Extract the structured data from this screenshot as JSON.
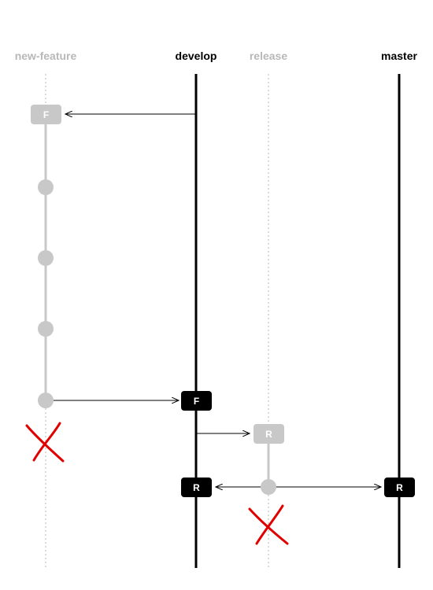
{
  "branches": {
    "new_feature": {
      "label": "new-feature"
    },
    "develop": {
      "label": "develop"
    },
    "release": {
      "label": "release"
    },
    "master": {
      "label": "master"
    }
  },
  "nodes": {
    "feature_start": {
      "label": "F"
    },
    "feature_merge": {
      "label": "F"
    },
    "release_start": {
      "label": "R"
    },
    "release_merge_develop": {
      "label": "R"
    },
    "release_merge_master": {
      "label": "R"
    }
  },
  "colors": {
    "active": "#000000",
    "inactive": "#c8c8c8",
    "delete": "#e00000"
  }
}
